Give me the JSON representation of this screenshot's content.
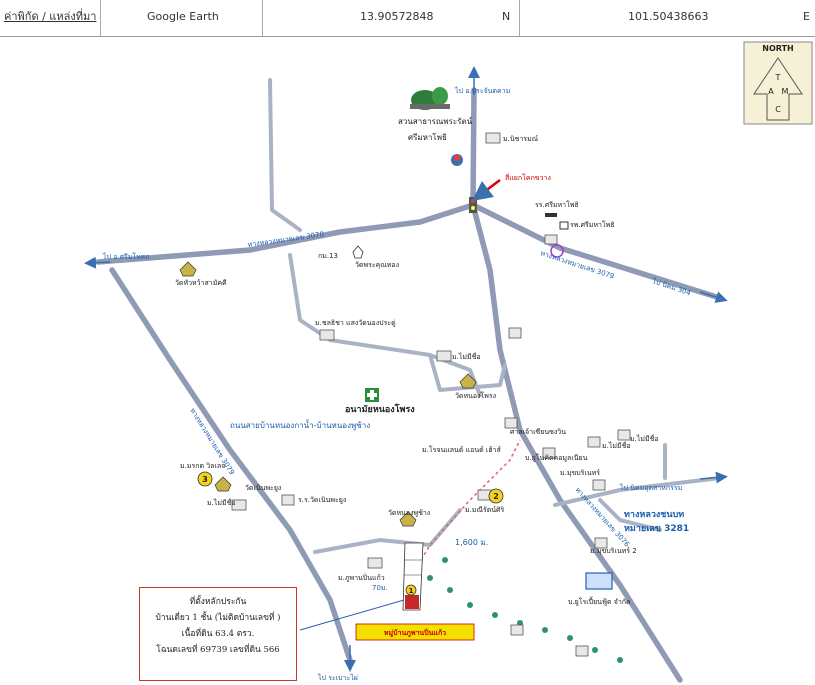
{
  "header": {
    "coord_label": "ค่าพิกัด / แหล่งที่มา",
    "source": "Google Earth",
    "latitude": "13.90572848",
    "lat_dir": "N",
    "longitude": "101.50438663",
    "lon_dir": "E"
  },
  "compass": {
    "north": "NORTH",
    "letters": [
      "T",
      "A",
      "M",
      "C"
    ]
  },
  "labels": {
    "to_prachantakham": "ไป อ.ประจันตคาม",
    "park_name": "สวนสาธารณพระรัตน์",
    "park_sub": "ศรีมหาโพธิ",
    "village_nitharom": "ม.นิชารมณ์",
    "intersection": "สี่แยกโคกขวาง",
    "school": "รร.ศรีมหาโพธิ",
    "hospital": "รพ.ศรีมหาโพธิ",
    "highway_3070": "ทางหลวงหมายเลข 3070",
    "to_srimahosot": "ไป อ.ศรีมโหสถ",
    "highway_3079": "ทางหลวงหมายเลข 3079",
    "to_camp304": "ไป นิคม 304",
    "km13": "กม.13",
    "wat_phrakhunthong": "วัดพระคุณทอง",
    "wat_huawasamakkhi": "วัดหัวหว้าสามัคคี",
    "village_chorphetcharat": "ม.ชลธิชา แสงวัดนองประดู่",
    "village_maimeechue1": "ม.ไม่มีชื่อ",
    "wat_nongphong": "วัดหนองโพรง",
    "health_center": "อนามัยหนองโพรง",
    "road_nongkanam": "ถนนสายบ้านหนองกาน้ำ-บ้านหนองพูช้าง",
    "village_rojanaland": "ม.โรจนแลนด์ แอนด์ เฮ้าส์",
    "shrine": "ศาลเจ้าเซียนซงวิน",
    "company_betagro": "บ.ยูโนคิดคอมูลเนียน",
    "village_maimeechue2": "ม.ไม่มีชื่อ",
    "village_maimeechue3": "ม.ไม่มีชื่อ",
    "village_moobanrin": "ม.มุขบริเนทร์",
    "to_industrial": "ไป นิคมอุตสาหกรรม",
    "rural_road": "ทางหลวงชนบท",
    "rural_road_no": "หมายเลข 3281",
    "village_marokdt": "ม.มรกต วิลเลจ",
    "wat_noenphayom": "วัดเนินพะยูง",
    "school_noenphayom": "ร.ร.วัดเนินพะยูง",
    "village_maimeechue4": "ม.ไม่มีชื่อ",
    "village_manirat": "ม.มณีรัตน์ศิริ",
    "wat_nongphuchang": "วัดหนองพูช้าง",
    "distance": "1,600 ม.",
    "village_phupan": "ม.ภูพานปิ่นแก้ว",
    "distance_small": "70ม.",
    "highway_3076": "ทางหลวงหมายเลข 3076",
    "village_munkrin2": "ม.มุขบริเนทร์ 2",
    "company_greenfood": "บ.ยูโรเปี้ยนฟู้ด จำกัด",
    "village_target": "หมู่บ้านภูพานปิ่นแก้ว",
    "to_rabaobai": "ไป ระเบาะไผ่",
    "marker_1": "1",
    "marker_2": "2",
    "marker_3": "3"
  },
  "legend": {
    "line1": "ที่ตั้งหลักประกัน",
    "line2": "บ้านเดี่ยว 1 ชั้น (ไม่ติดบ้านเลขที่ )",
    "line3": "เนื้อที่ดิน 63.4 ตรว.",
    "line4": "โฉนดเลขที่ 69739 เลขที่ดิน 566"
  },
  "colors": {
    "road": "#8f9ab5",
    "label_blue": "#1b5fa8",
    "legend_border": "#c0392b",
    "target_fill": "#f4e000",
    "marker_yellow": "#f3d21a",
    "dashed_route": "#d66"
  }
}
